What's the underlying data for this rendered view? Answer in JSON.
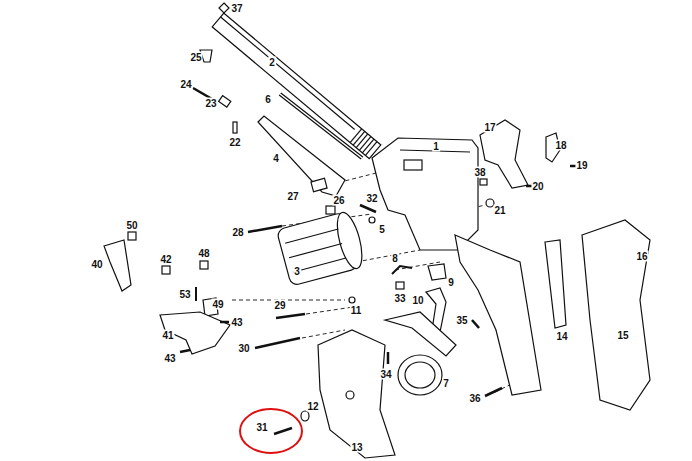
{
  "diagram": {
    "labels": [
      "37",
      "2",
      "25",
      "24",
      "23",
      "6",
      "22",
      "4",
      "1",
      "17",
      "18",
      "19",
      "38",
      "20",
      "21",
      "27",
      "26",
      "32",
      "28",
      "5",
      "50",
      "3",
      "48",
      "42",
      "40",
      "8",
      "9",
      "53",
      "49",
      "33",
      "43",
      "29",
      "11",
      "10",
      "41",
      "35",
      "43",
      "30",
      "34",
      "7",
      "36",
      "16",
      "14",
      "15",
      "12",
      "31",
      "13"
    ]
  }
}
